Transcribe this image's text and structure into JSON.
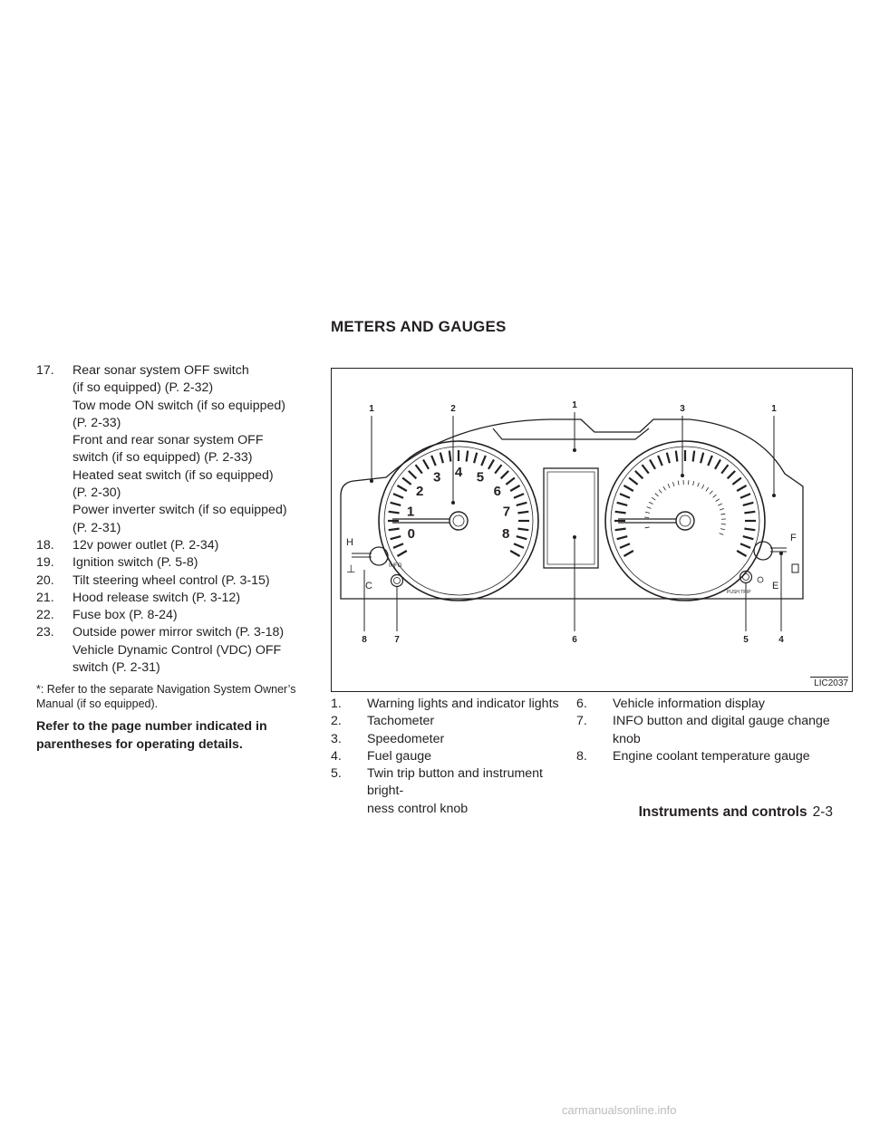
{
  "section_title": "METERS AND GAUGES",
  "left_list": [
    {
      "num": "17.",
      "lines": [
        "Rear sonar system OFF switch",
        "(if so equipped) (P. 2-32)",
        "Tow mode ON switch (if so equipped)",
        "(P. 2-33)",
        "Front and rear sonar system OFF",
        "switch (if so equipped) (P. 2-33)",
        "Heated seat switch (if so equipped)",
        "(P. 2-30)",
        "Power inverter switch (if so equipped)",
        "(P. 2-31)"
      ]
    },
    {
      "num": "18.",
      "lines": [
        "12v power outlet (P. 2-34)"
      ]
    },
    {
      "num": "19.",
      "lines": [
        "Ignition switch (P. 5-8)"
      ]
    },
    {
      "num": "20.",
      "lines": [
        "Tilt steering wheel control (P. 3-15)"
      ]
    },
    {
      "num": "21.",
      "lines": [
        "Hood release switch (P. 3-12)"
      ]
    },
    {
      "num": "22.",
      "lines": [
        "Fuse box (P. 8-24)"
      ]
    },
    {
      "num": "23.",
      "lines": [
        "Outside power mirror switch (P. 3-18)",
        "Vehicle Dynamic Control (VDC) OFF",
        "switch (P. 2-31)"
      ]
    }
  ],
  "note": "*: Refer to the separate Navigation System Owner’s Manual (if so equipped).",
  "refer": "Refer to the page number indicated in parentheses for operating details.",
  "figure": {
    "code": "LIC2037",
    "callouts_top": [
      "1",
      "2",
      "1",
      "3",
      "1"
    ],
    "callouts_bottom": [
      "8",
      "7",
      "6",
      "5",
      "4"
    ],
    "tach_numbers": [
      "0",
      "1",
      "2",
      "3",
      "4",
      "5",
      "6",
      "7",
      "8"
    ],
    "temp_labels": [
      "H",
      "C"
    ],
    "fuel_labels": [
      "F",
      "E"
    ],
    "info_label": "INFO",
    "trip_label": "PUSH TRIP"
  },
  "legend_a": [
    {
      "num": "1.",
      "lines": [
        "Warning lights and indicator lights"
      ]
    },
    {
      "num": "2.",
      "lines": [
        "Tachometer"
      ]
    },
    {
      "num": "3.",
      "lines": [
        "Speedometer"
      ]
    },
    {
      "num": "4.",
      "lines": [
        "Fuel gauge"
      ]
    },
    {
      "num": "5.",
      "lines": [
        "Twin trip button and instrument bright-",
        "ness control knob"
      ]
    }
  ],
  "legend_b": [
    {
      "num": "6.",
      "lines": [
        "Vehicle information display"
      ]
    },
    {
      "num": "7.",
      "lines": [
        "INFO button and digital gauge change",
        "knob"
      ]
    },
    {
      "num": "8.",
      "lines": [
        "Engine coolant temperature gauge"
      ]
    }
  ],
  "footer": {
    "section": "Instruments and controls",
    "page": "2-3"
  },
  "watermark": "carmanualsonline.info"
}
